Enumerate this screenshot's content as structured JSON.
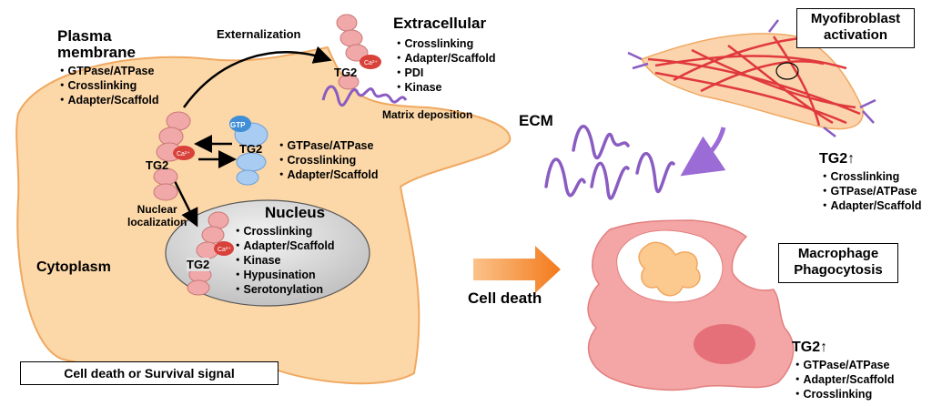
{
  "plasma": {
    "title": [
      "Plasma",
      "membrane"
    ],
    "items": [
      "・GTPase/ATPase",
      "・Crosslinking",
      "・Adapter/Scaffold"
    ]
  },
  "externalization": "Externalization",
  "extracellular": {
    "title": "Extracellular",
    "items": [
      "・Crosslinking",
      "・Adapter/Scaffold",
      "・PDI",
      "・Kinase"
    ]
  },
  "matrix_deposition": "Matrix deposition",
  "gtp_label": "GTP",
  "ca_label": "Ca²⁺",
  "tg2_label": "TG2",
  "membrane_gtp_items": [
    "・GTPase/ATPase",
    "・Crosslinking",
    "・Adapter/Scaffold"
  ],
  "nuclear_localization": [
    "Nuclear",
    "localization"
  ],
  "nucleus": {
    "title": "Nucleus",
    "items": [
      "・Crosslinking",
      "・Adapter/Scaffold",
      "・Kinase",
      "・Hypusination",
      "・Serotonylation"
    ]
  },
  "cytoplasm": "Cytoplasm",
  "cell_death_survival": "Cell death or Survival signal",
  "ecm": "ECM",
  "cell_death": "Cell death",
  "myofibroblast": {
    "box": [
      "Myofibroblast",
      "activation"
    ],
    "tg2": "TG2↑",
    "items": [
      "・Crosslinking",
      "・GTPase/ATPase",
      "・Adapter/Scaffold"
    ]
  },
  "macrophage": {
    "box": [
      "Macrophage",
      "Phagocytosis"
    ],
    "tg2": "TG2↑",
    "items": [
      "・GTPase/ATPase",
      "・Adapter/Scaffold",
      "・Crosslinking"
    ]
  },
  "colors": {
    "cell_fill": "#fcd7a8",
    "cell_edge": "#f0a860",
    "tg2_bead": "#f1a8a8",
    "ca_bead": "#d9413b",
    "gtp_bead": "#3f8ed6",
    "tg2_blue": "#a8ccf2",
    "ecm_fiber": "#8a5cc2",
    "actin": "#e0393c",
    "macrophage": "#f4a5a5",
    "arrow_orange": "#f58a2c"
  }
}
